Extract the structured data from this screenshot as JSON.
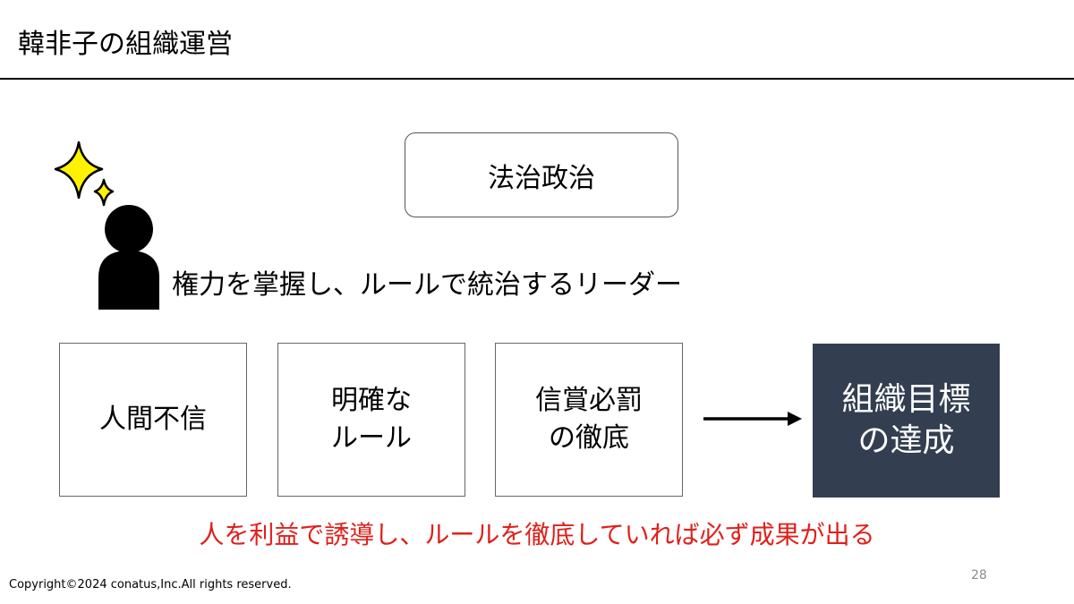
{
  "slide": {
    "title": "韓非子の組織運営",
    "concept": "法治政治",
    "leader_description": "権力を掌握し、ルールで統治するリーダー",
    "flow": [
      {
        "label": "人間不信"
      },
      {
        "label": "明確な\nルール"
      },
      {
        "label": "信賞必罰\nの徹底"
      }
    ],
    "goal": "組織目標\nの達成",
    "conclusion": "人を利益で誘導し、ルールを徹底していれば必ず成果が出る",
    "copyright": "Copyright©2024 conatus,Inc.All rights reserved.",
    "page_number": "28"
  },
  "icons": {
    "person": "person-silhouette-icon",
    "sparkle": "sparkle-icon",
    "arrow": "arrow-right-icon"
  },
  "colors": {
    "goal_background": "#333f50",
    "goal_text": "#ffffff",
    "conclusion_text": "#e0201b",
    "sparkle_fill": "#fff200",
    "page_number": "#8a8a8a"
  }
}
